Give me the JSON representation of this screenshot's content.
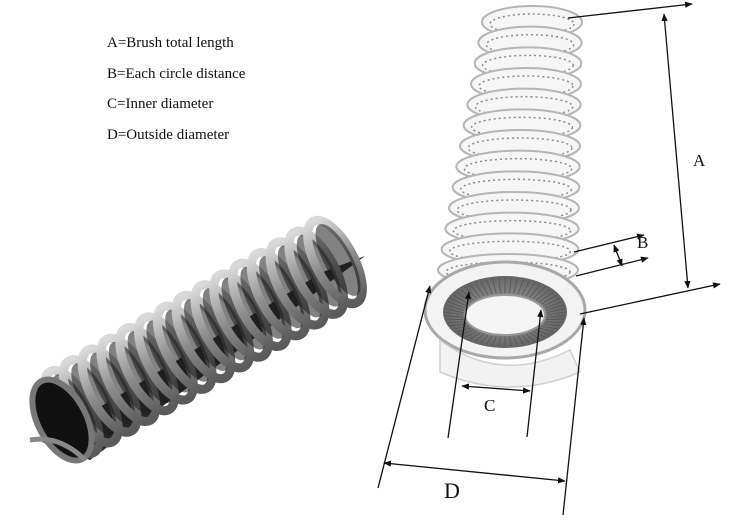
{
  "legend": {
    "items": [
      "A=Brush total length",
      "B=Each circle distance",
      "C=Inner diameter",
      "D=Outside diameter"
    ]
  },
  "dimensions": {
    "a": "A",
    "b": "B",
    "c": "C",
    "d": "D"
  },
  "colors": {
    "brush_dark": "#2a2a2a",
    "brush_metal": "#9a9a9a",
    "line": "#111111",
    "sketch": "#bfbfbf"
  }
}
